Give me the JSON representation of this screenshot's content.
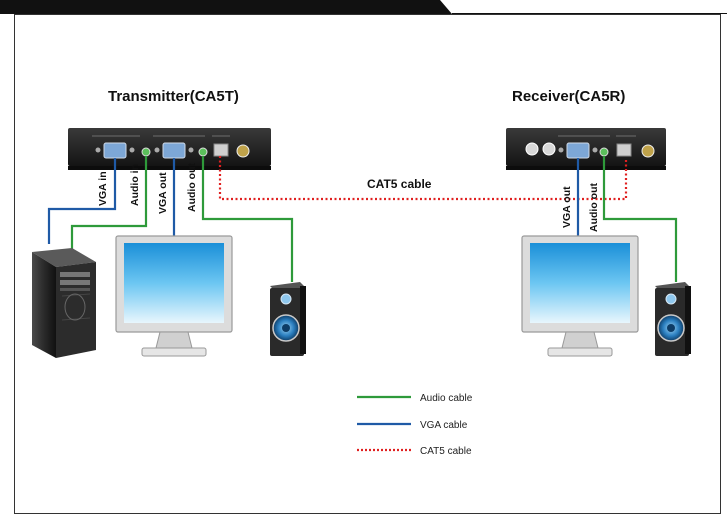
{
  "header": {
    "bar_color": "#111111"
  },
  "transmitter": {
    "title": "Transmitter(CA5T)"
  },
  "receiver": {
    "title": "Receiver(CA5R)"
  },
  "tx_labels": {
    "vga_in": "VGA in",
    "audio_in": "Audio in",
    "vga_out": "VGA out",
    "audio_out": "Audio out"
  },
  "rx_labels": {
    "vga_out": "VGA out",
    "audio_out": "Audio out"
  },
  "cat5_label": "CAT5 cable",
  "legend": [
    {
      "label": "Audio cable",
      "color": "#2e9a3a",
      "style": "solid"
    },
    {
      "label": "VGA cable",
      "color": "#1f5aa6",
      "style": "solid"
    },
    {
      "label": "CAT5 cable",
      "color": "#e02020",
      "style": "dotted"
    }
  ],
  "colors": {
    "audio": "#2e9a3a",
    "vga": "#1f5aa6",
    "cat5": "#e02020",
    "device_body": "#1e1e1e"
  }
}
